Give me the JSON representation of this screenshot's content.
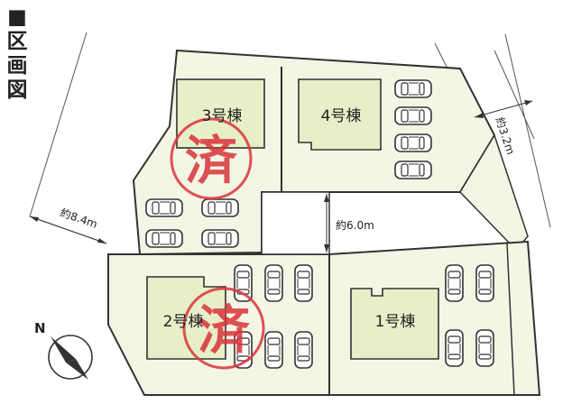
{
  "title": {
    "marker": "■",
    "chars": [
      "区",
      "画",
      "図"
    ]
  },
  "lots": [
    {
      "label": "3号棟"
    },
    {
      "label": "4号棟"
    },
    {
      "label": "2号棟"
    },
    {
      "label": "1号棟"
    }
  ],
  "dimensions": [
    {
      "label": "約8.4m"
    },
    {
      "label": "約6.0m"
    },
    {
      "label": "約3.2m"
    }
  ],
  "stamps": [
    {
      "text": "済"
    },
    {
      "text": "済"
    }
  ],
  "compass": {
    "label": "N"
  },
  "colors": {
    "lot_fill": "#f3f6e4",
    "building_fill": "#e7efc8",
    "line": "#333333",
    "stamp": "#d9323a"
  }
}
